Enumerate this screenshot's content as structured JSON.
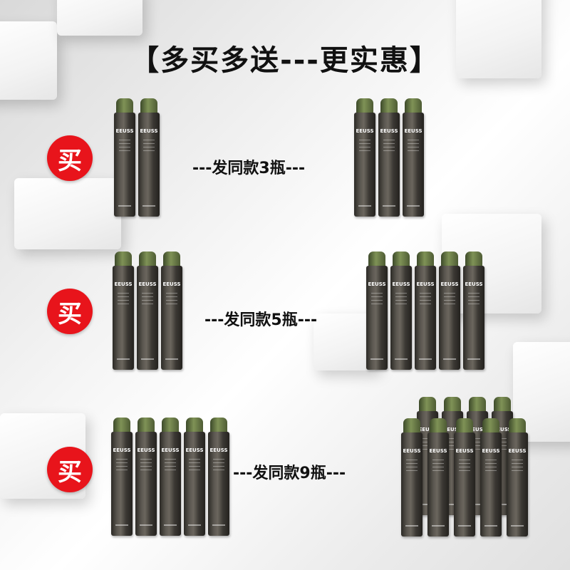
{
  "headline": "【多买多送---更实惠】",
  "rows": [
    {
      "badge": "买",
      "offer": "---发同款3瓶---",
      "buy_count": 2,
      "gift_count": 3
    },
    {
      "badge": "买",
      "offer": "---发同款5瓶---",
      "buy_count": 3,
      "gift_count": 5
    },
    {
      "badge": "买",
      "offer": "---发同款9瓶---",
      "buy_count": 5,
      "gift_count": 9
    }
  ],
  "product": {
    "brand": "EEUSS"
  },
  "colors": {
    "badge": "#e8141b",
    "text": "#111111",
    "cap": "#6f8048",
    "can": "#4a4741"
  }
}
